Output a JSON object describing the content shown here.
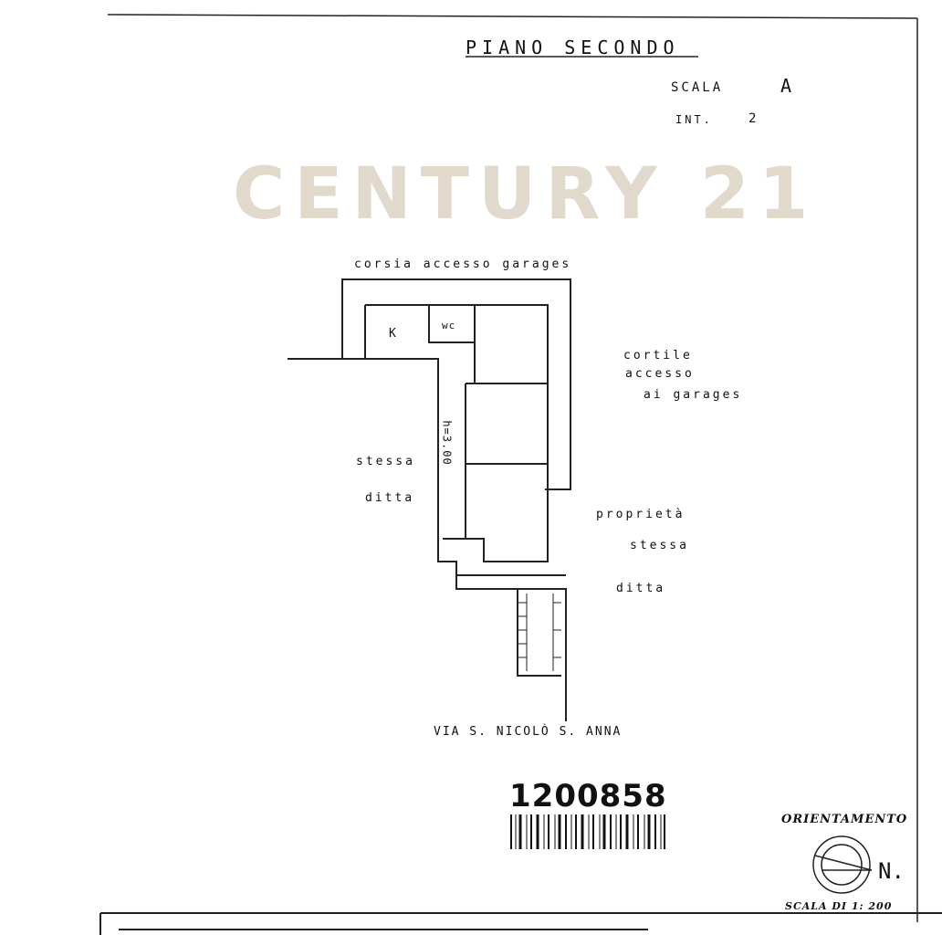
{
  "header": {
    "title": "PIANO SECONDO",
    "scala": "SCALA",
    "scala_value": "A",
    "interno": "INT.",
    "interno_value": "2"
  },
  "labels": {
    "corsia": "corsia accesso garages",
    "cortile_1": "cortile",
    "cortile_2": "accesso",
    "cortile_3": "ai garages",
    "stessa_left_1": "stessa",
    "stessa_left_2": "ditta",
    "proprieta_1": "proprietà",
    "proprieta_2": "stessa",
    "proprieta_3": "ditta",
    "kitchen": "K",
    "wc": "wc",
    "height": "h=3.00",
    "street": "VIA S. NICOLÒ S. ANNA"
  },
  "watermark": "CENTURY 21",
  "document_code": "1200858",
  "orientation": {
    "title": "ORIENTAMENTO",
    "north": "N.",
    "scale": "SCALA DI 1: 200"
  }
}
